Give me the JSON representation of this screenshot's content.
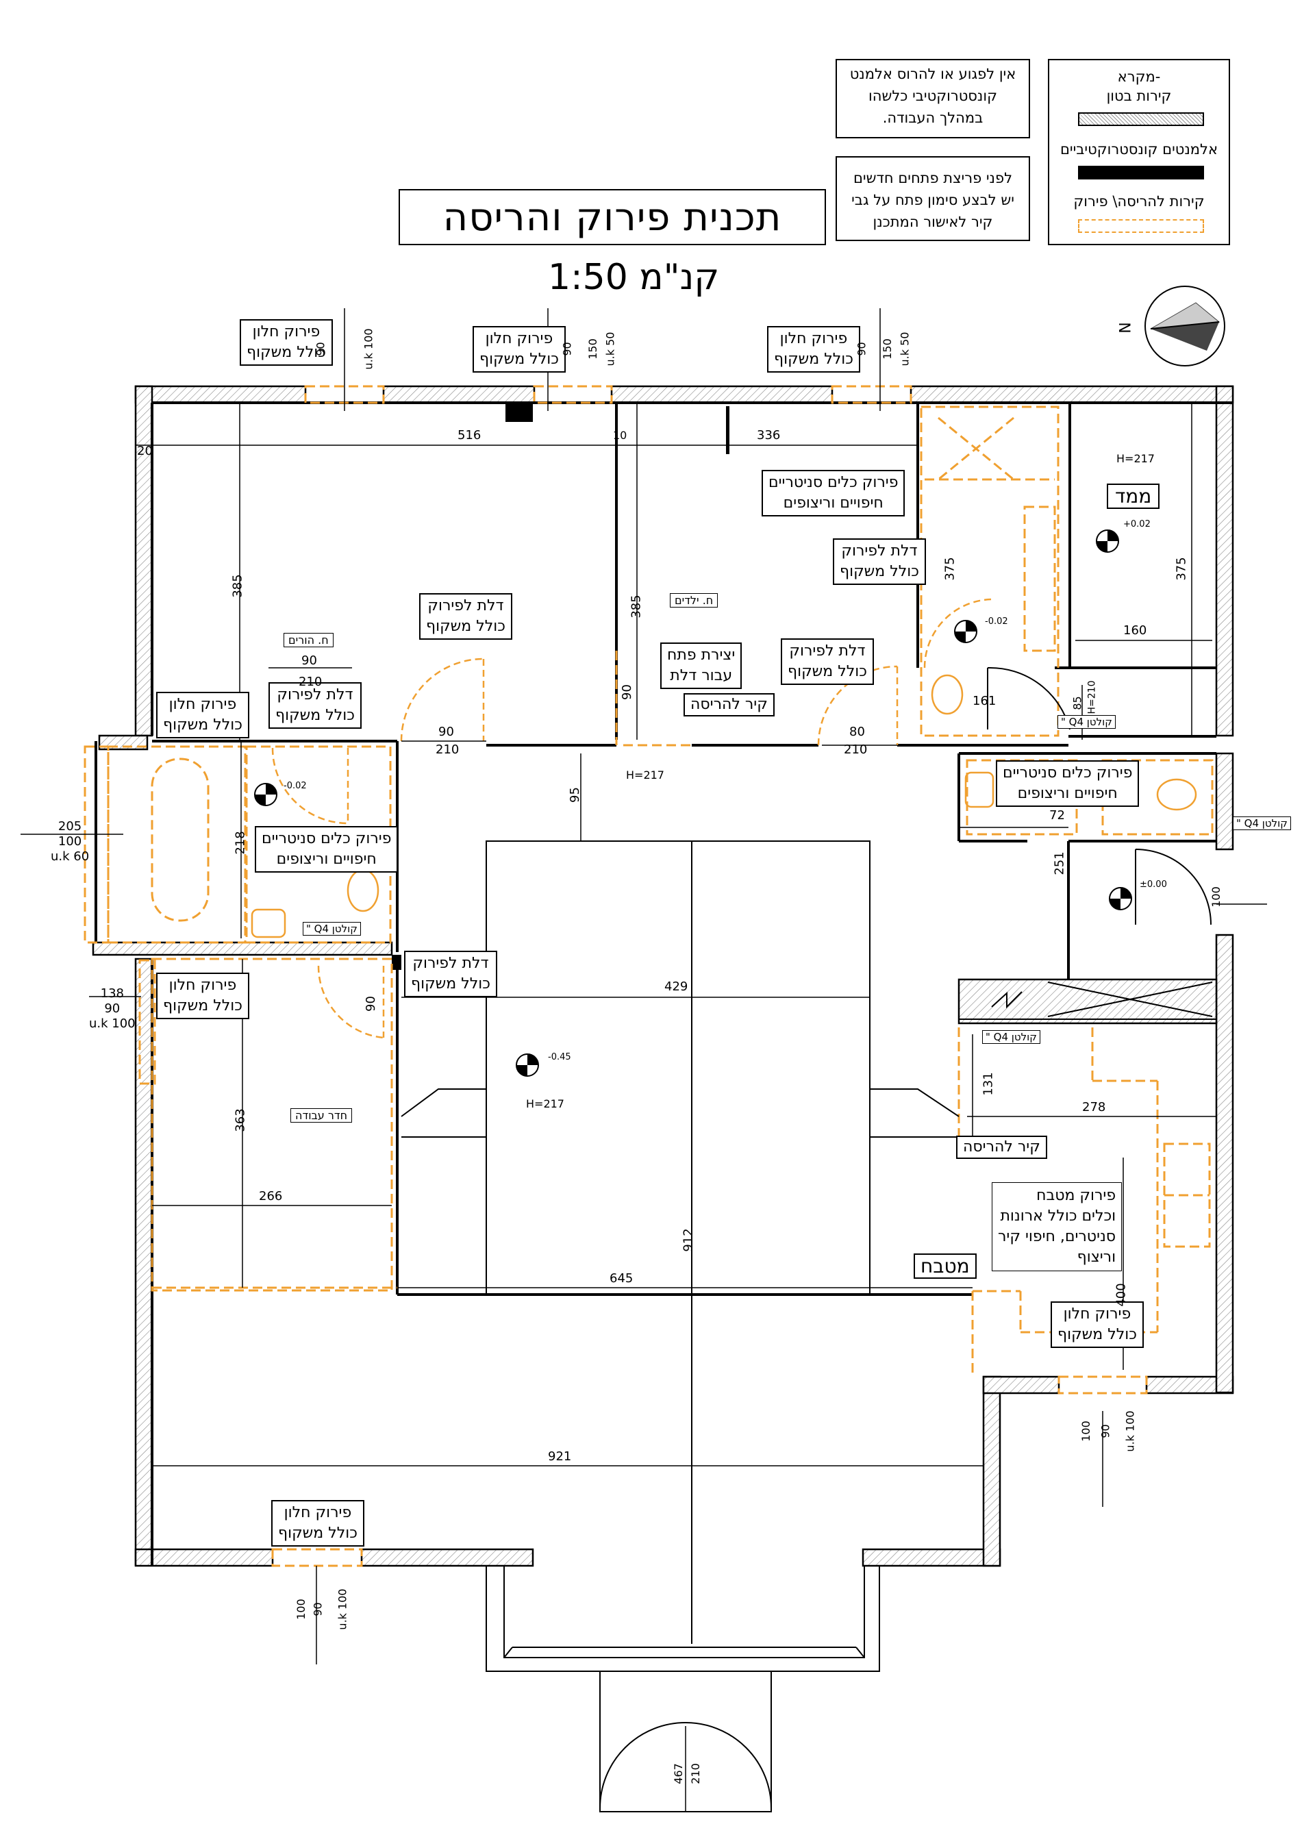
{
  "title": "תכנית פירוק והריסה",
  "scale": "קנ\"מ 1:50",
  "notes": {
    "structural_top": [
      "אין לפגוע או להרוס אלמנט",
      "קונסטרוקטיבי כלשהו",
      "במהלך העבודה."
    ],
    "structural_bottom": [
      "לפני פריצת פתחים חדשים",
      "יש לבצע סימון פתח על גבי",
      "קיר לאישור המתכנן"
    ]
  },
  "legend": {
    "heading": "-מקרא",
    "items": [
      {
        "label": "קירות בטון",
        "style": "concrete"
      },
      {
        "label": "אלמנטים קונסטרוקטיביים",
        "style": "structural"
      },
      {
        "label": "קירות להריסה\\ פירוק",
        "style": "demolish"
      }
    ]
  },
  "colors": {
    "demolish": "#f0a030",
    "wall": "#000000",
    "concrete_hatch": "#777777",
    "label_border": "#000000"
  },
  "north_label": "N",
  "rooms": [
    {
      "name": "ח. הורים"
    },
    {
      "name": "ח. ילדים"
    },
    {
      "name": "ממד"
    },
    {
      "name": "חדר עבודה"
    },
    {
      "name": "מטבח"
    }
  ],
  "annotations": {
    "window_line1": "פירוק חלון",
    "window_line2": "כולל משקוף",
    "door_line1": "דלת לפירוק",
    "door_line2": "כולל משקוף",
    "sanitary_line1": "פירוק כלים סניטריים",
    "sanitary_line2": "חיפויים וריצופים",
    "wall_demolish": "קיר להריסה",
    "new_opening_line1": "יצירת פתח",
    "new_opening_line2": "עבור דלת",
    "kitchen_lines": [
      "פירוק מטבח",
      "וכלים כולל ארונות",
      "סניטרים, חיפוי קיר",
      "וריצוף"
    ],
    "column_tag": "קולטן Q4 \""
  },
  "dimensions": {
    "d516": "516",
    "d336": "336",
    "d20": "20",
    "d10": "10",
    "d385a": "385",
    "d385b": "385",
    "d375a": "375",
    "d375b": "375",
    "d160": "160",
    "d161": "161",
    "d85": "85",
    "d210": "210",
    "d90": "90",
    "d80": "80",
    "d95": "95",
    "d218": "218",
    "d72": "72",
    "d251": "251",
    "d429": "429",
    "d363": "363",
    "d266": "266",
    "d645": "645",
    "d912": "912",
    "d921": "921",
    "d278": "278",
    "d131": "131",
    "d400": "400",
    "d100": "100",
    "d150": "150",
    "d50": "50",
    "d205": "205",
    "d138": "138",
    "d60": "60",
    "d467": "467"
  },
  "levels": {
    "h217": "H=217",
    "lev_m002": "-0.02",
    "lev_p002": "+0.02",
    "lev_000": "±0.00",
    "lev_m045": "-0.45",
    "h210": "H=210"
  },
  "window_sizes": {
    "w_100": "u.k 100",
    "w_50": "u.k 50",
    "w_60": "u.k 60"
  }
}
